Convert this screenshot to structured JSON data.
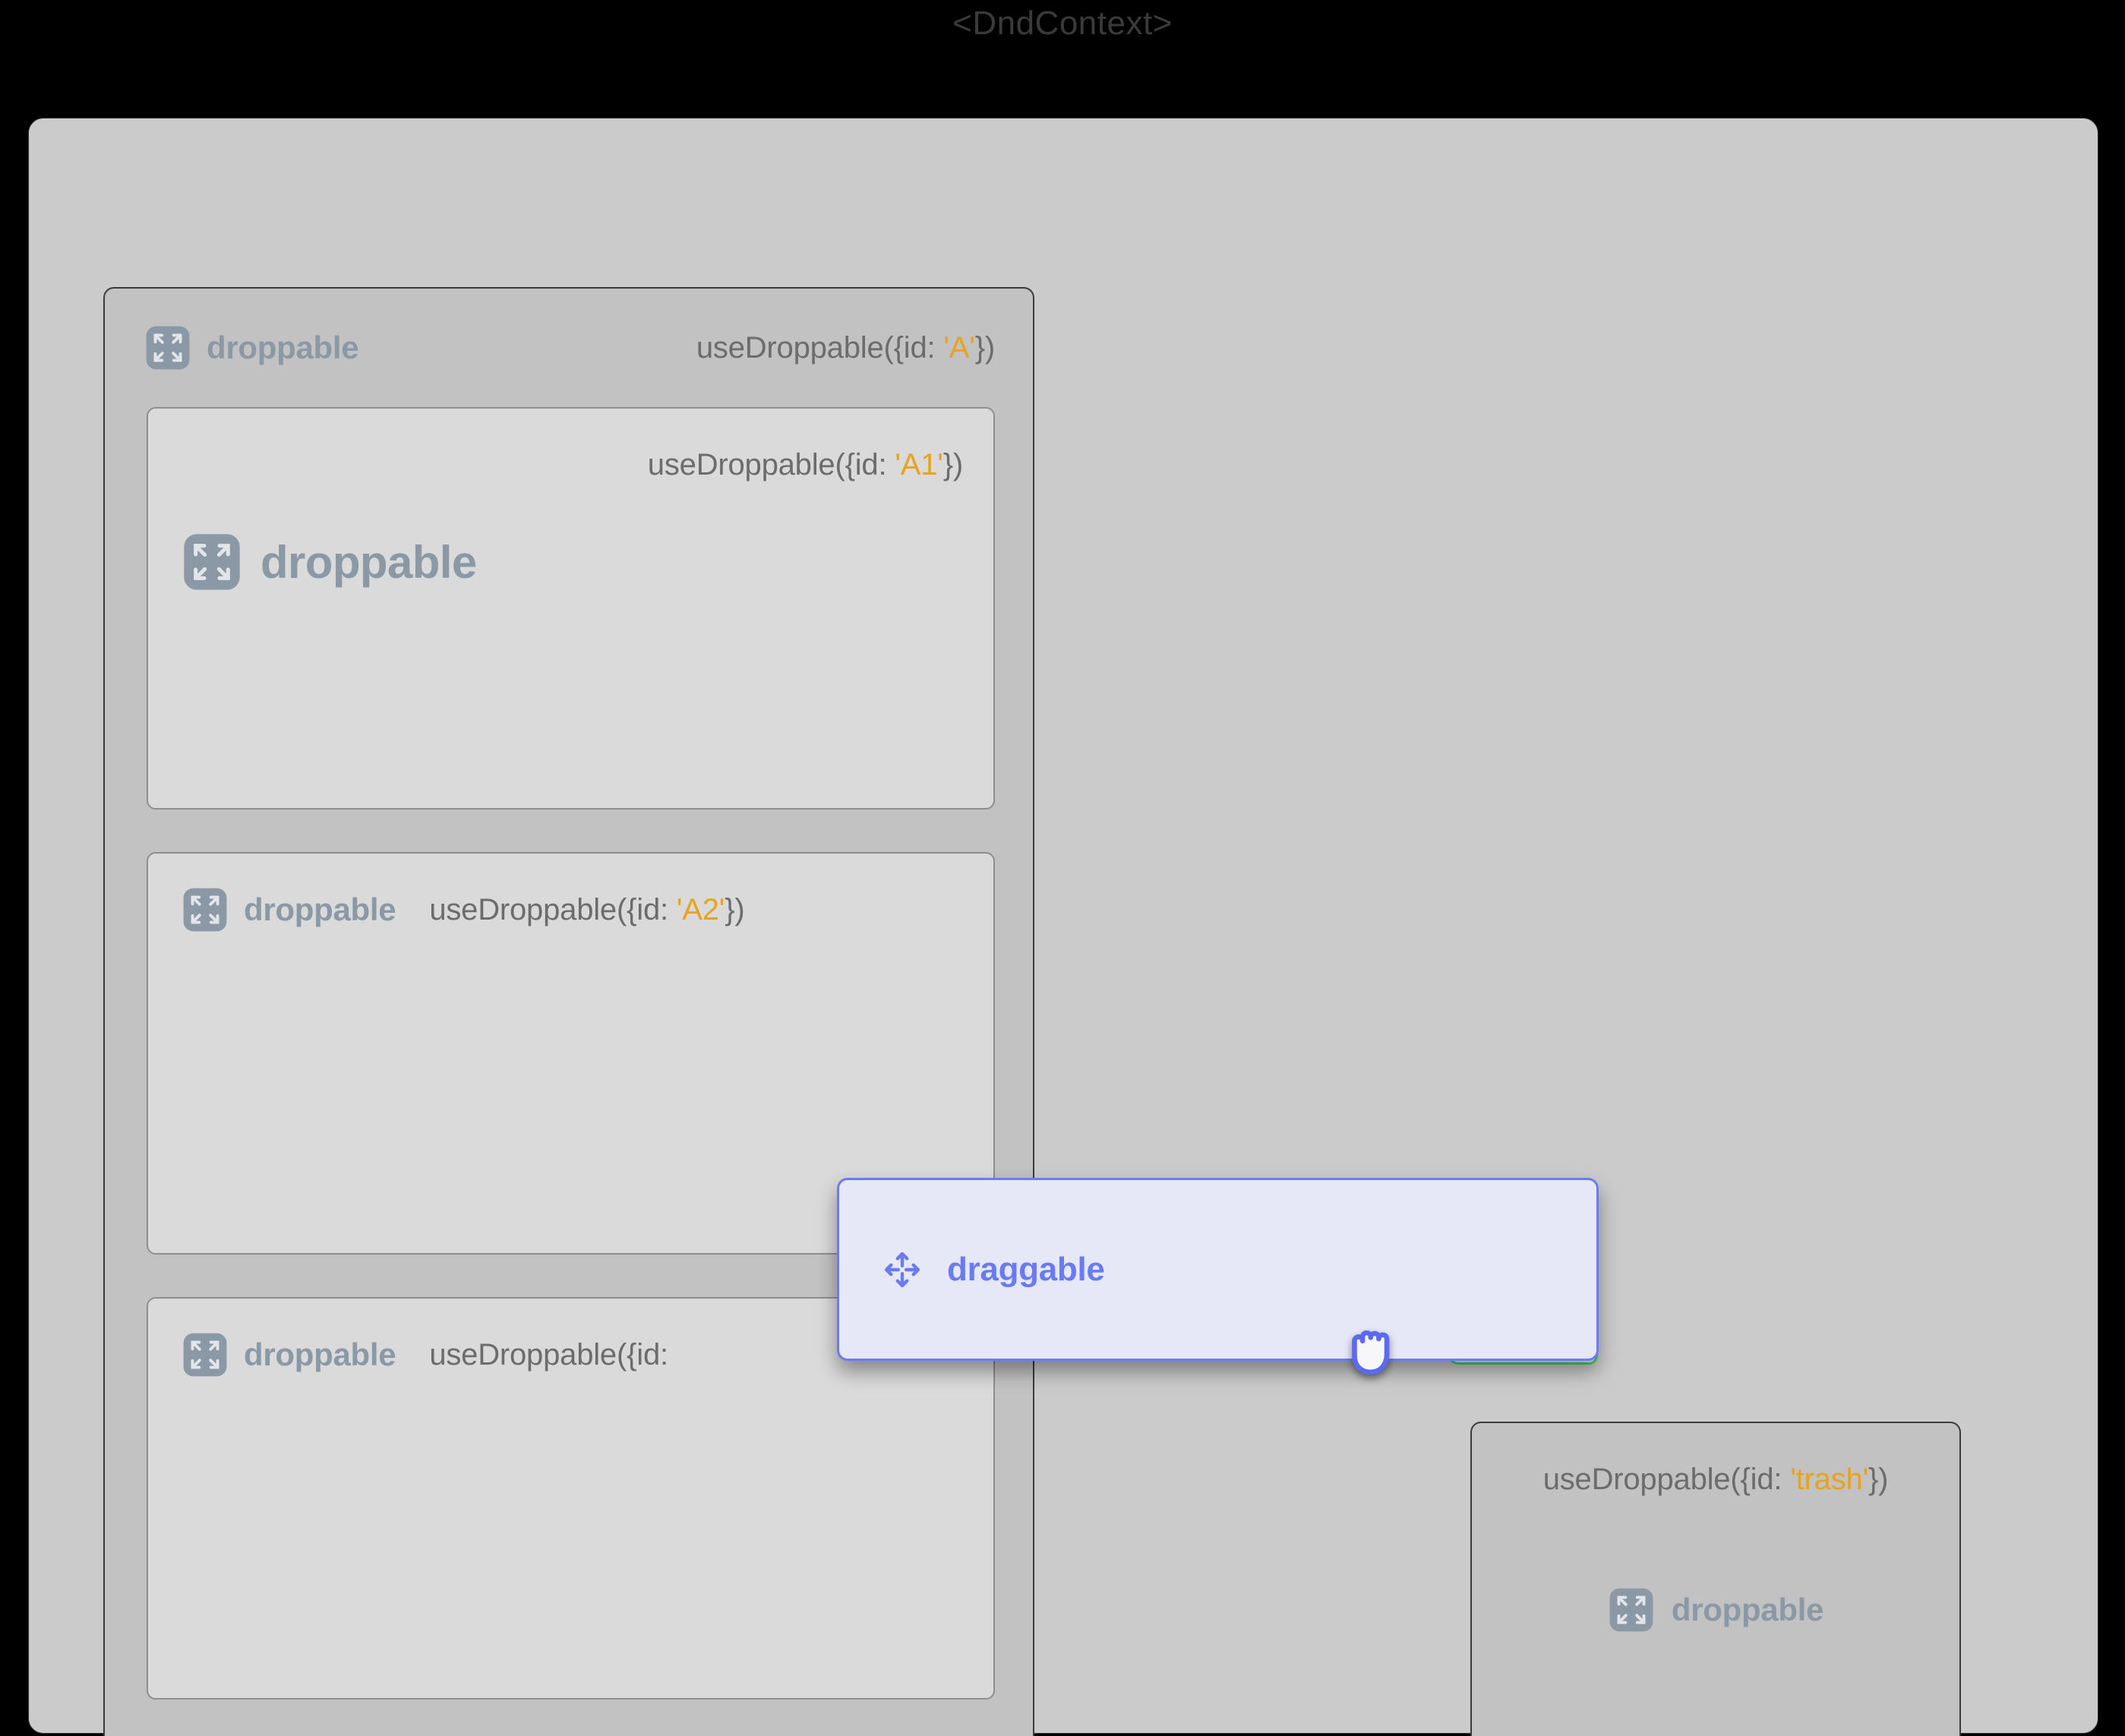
{
  "context": {
    "title": "<DndContext>"
  },
  "colors": {
    "page_background": "#000000",
    "surface": "#cbcbcb",
    "container": "#c2c2c2",
    "sub_box": "#dadada",
    "droppable_label": "#8b98a5",
    "hook_text": "#6c6c6c",
    "hook_id_accent": "#e8a31c",
    "drag_accent": "#6a7bf2",
    "drag_fill": "#e6e8f8",
    "drop_indicator_border": "#4ad46f",
    "drop_indicator_fill": "#e9f6ea"
  },
  "column_a": {
    "header": {
      "icon": "droppable-expand-icon",
      "label": "droppable",
      "hook_prefix": "useDroppable({id: ",
      "hook_id": "'A'",
      "hook_suffix": "})"
    },
    "boxes": [
      {
        "key": "A1",
        "layout": "stacked",
        "icon": "droppable-expand-icon",
        "label": "droppable",
        "hook_prefix": "useDroppable({id: ",
        "hook_id": "'A1'",
        "hook_suffix": "})"
      },
      {
        "key": "A2",
        "layout": "inline",
        "icon": "droppable-expand-icon",
        "label": "droppable",
        "hook_prefix": "useDroppable({id: ",
        "hook_id": "'A2'",
        "hook_suffix": "})"
      },
      {
        "key": "A3",
        "layout": "inline",
        "icon": "droppable-expand-icon",
        "label": "droppable",
        "hook_prefix": "useDroppable({id: ",
        "hook_id": "",
        "hook_suffix": "",
        "occluded_by": "drag-overlay"
      }
    ]
  },
  "trash": {
    "icon": "droppable-expand-icon",
    "label": "droppable",
    "hook_prefix": "useDroppable({id: ",
    "hook_id": "'trash'",
    "hook_suffix": "})"
  },
  "drag_overlay": {
    "icon": "move-arrows-icon",
    "label": "draggable"
  },
  "cursor": {
    "icon": "grabbing-hand-cursor"
  },
  "drop_indicator": {
    "state": "active"
  }
}
